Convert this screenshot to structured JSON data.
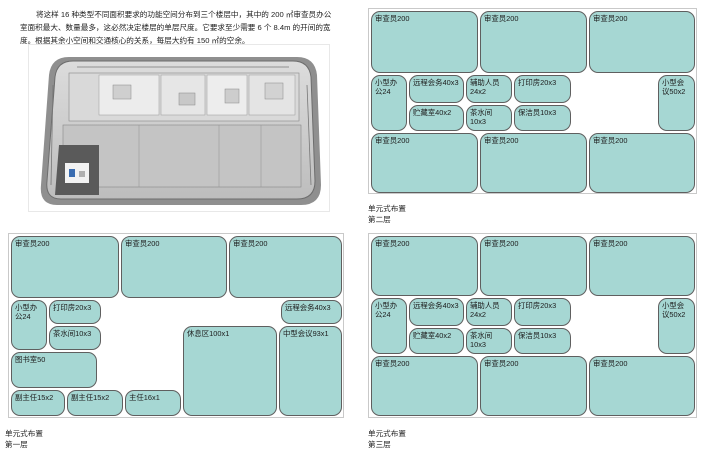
{
  "intro_text": "将这样 16 种类型不同面积要求的功能空间分布到三个楼层中，其中的 200 ㎡审查员办公室面积最大、数量最多，这必然决定楼层的单层尺度。它要求至少需要 6 个 8.4m 的开间的宽度。根据其余小空间和交通核心的关系，每层大约有 150 ㎡的空余。",
  "plans": {
    "floor1": {
      "caption_type": "单元式布置",
      "caption_floor": "第一层",
      "rooms": [
        "审查员200",
        "审查员200",
        "审查员200",
        "小型办公24",
        "打印房20x3",
        "茶水间10x3",
        "图书室50",
        "副主任15x2",
        "副主任15x2",
        "主任16x1",
        "休息区100x1",
        "远程会务40x3",
        "中型会议93x1"
      ]
    },
    "floor2": {
      "caption_type": "单元式布置",
      "caption_floor": "第二层",
      "rooms": [
        "审查员200",
        "审查员200",
        "审查员200",
        "小型办公24",
        "远程会务40x3",
        "辅助人员24x2",
        "打印房20x3",
        "小型会议50x2",
        "贮藏室40x2",
        "茶水间10x3",
        "保洁员10x3",
        "审查员200",
        "审查员200",
        "审查员200"
      ]
    },
    "floor3": {
      "caption_type": "单元式布置",
      "caption_floor": "第三层",
      "rooms": [
        "审查员200",
        "审查员200",
        "审查员200",
        "小型办公24",
        "远程会务40x3",
        "辅助人员24x2",
        "打印房20x3",
        "小型会议50x2",
        "贮藏室40x2",
        "茶水间10x3",
        "保洁员10x3",
        "审查员200",
        "审查员200",
        "审查员200"
      ]
    }
  }
}
